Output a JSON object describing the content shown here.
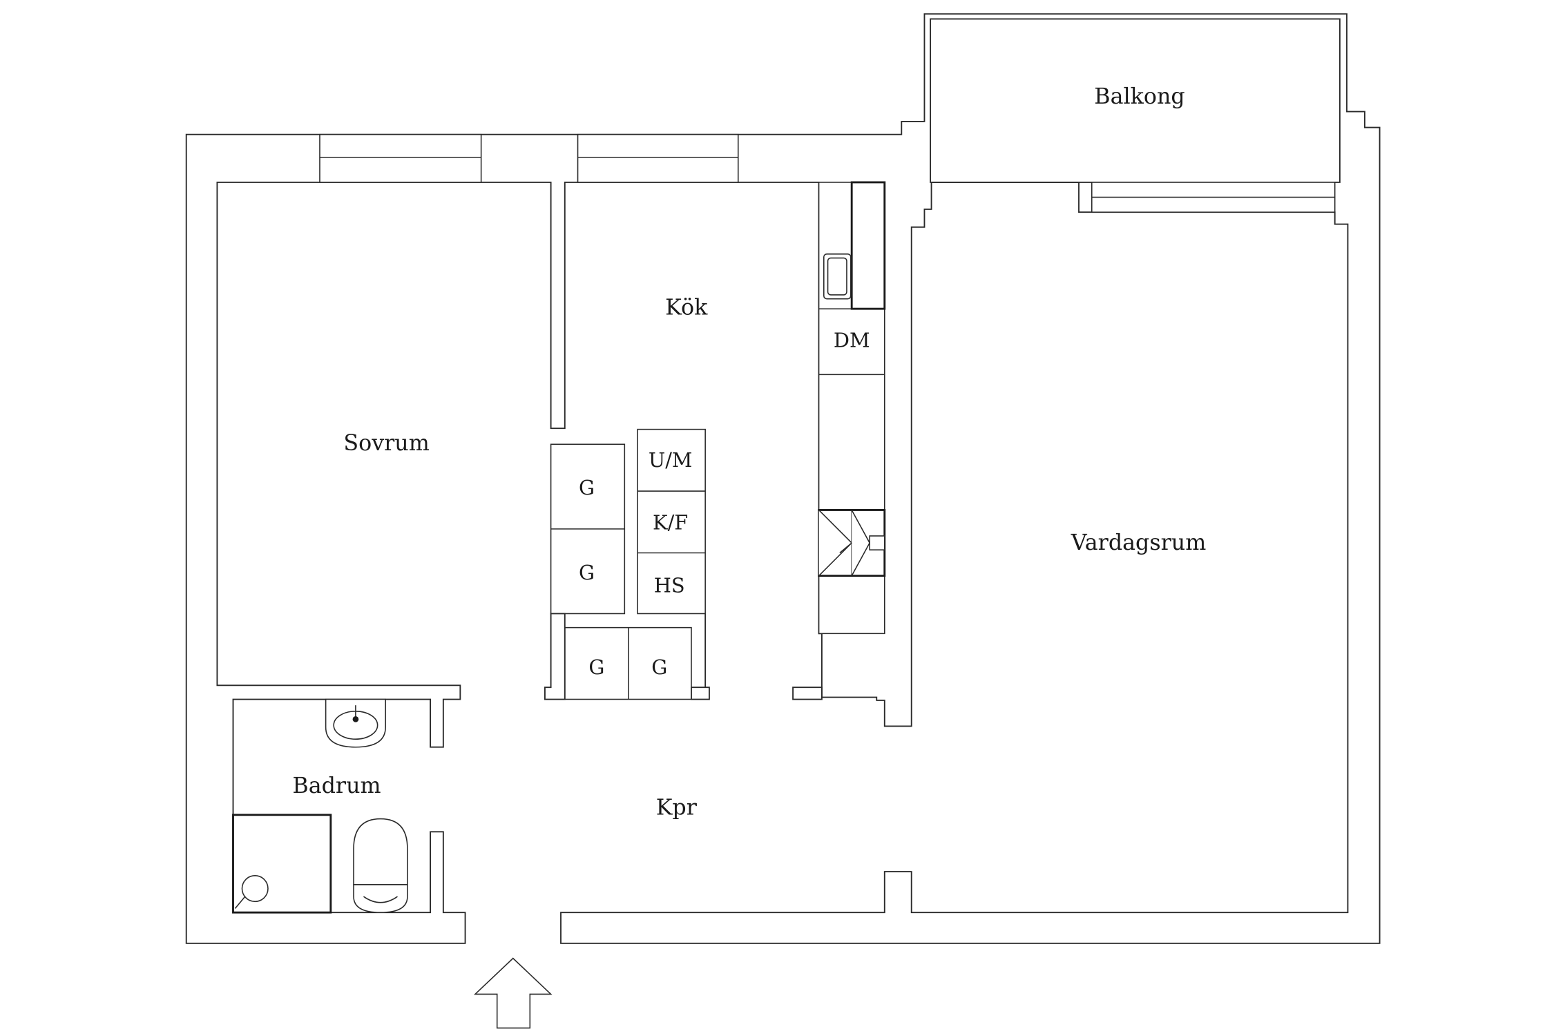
{
  "rooms": {
    "balkong": "Balkong",
    "sovrum": "Sovrum",
    "kok": "Kök",
    "vardagsrum": "Vardagsrum",
    "badrum": "Badrum",
    "kpr": "Kpr"
  },
  "fixtures": {
    "dm": "DM",
    "um": "U/M",
    "kf": "K/F",
    "hs": "HS",
    "g1": "G",
    "g2": "G",
    "g3": "G",
    "g4": "G"
  },
  "icons": {
    "entrance": "entrance-arrow-icon",
    "sink": "washbasin-icon",
    "toilet": "toilet-icon",
    "shower": "shower-icon",
    "stove": "stove-icon",
    "kitchen_sink": "kitchen-sink-icon"
  },
  "colors": {
    "line": "#2a2a2a",
    "background": "#ffffff"
  }
}
